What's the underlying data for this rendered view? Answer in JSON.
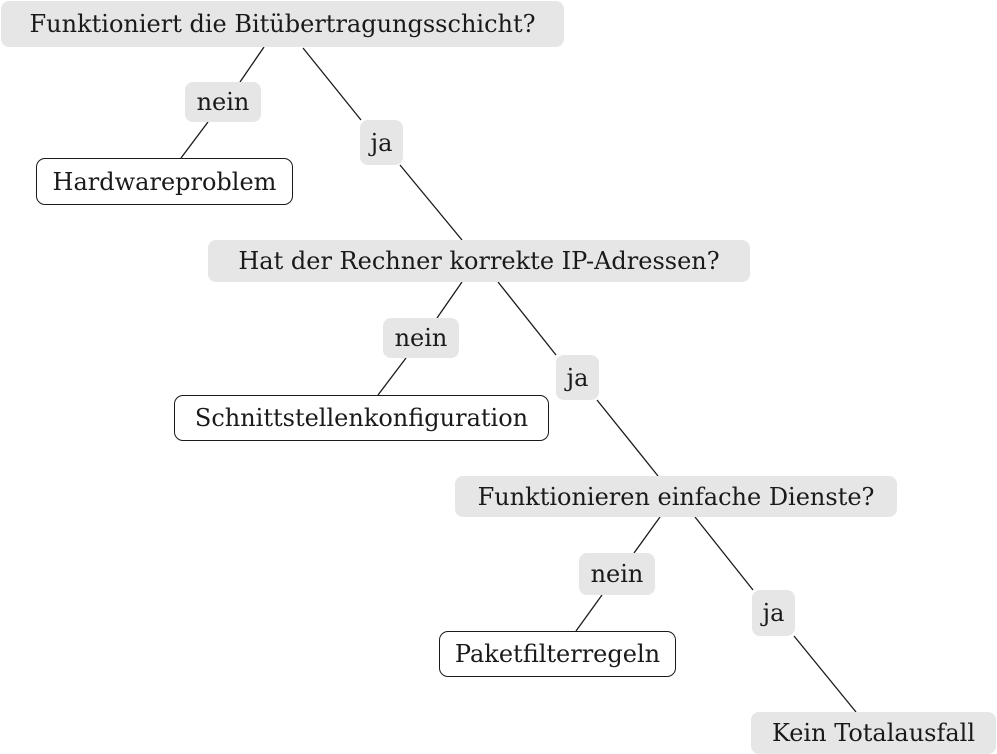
{
  "questions": {
    "q1": "Funktioniert die Bitübertragungsschicht?",
    "q2": "Hat der Rechner korrekte IP-Adressen?",
    "q3": "Funktionieren einfache Dienste?"
  },
  "outcomes": {
    "o1": "Hardwareproblem",
    "o2": "Schnittstellenkonfiguration",
    "o3": "Paketfilterregeln",
    "o4": "Kein Totalausfall"
  },
  "edge_labels": {
    "no": "nein",
    "yes": "ja"
  },
  "colors": {
    "question_fill": "#e6e6e6",
    "label_fill": "#e6e6e6",
    "line": "#1a1a1a"
  }
}
